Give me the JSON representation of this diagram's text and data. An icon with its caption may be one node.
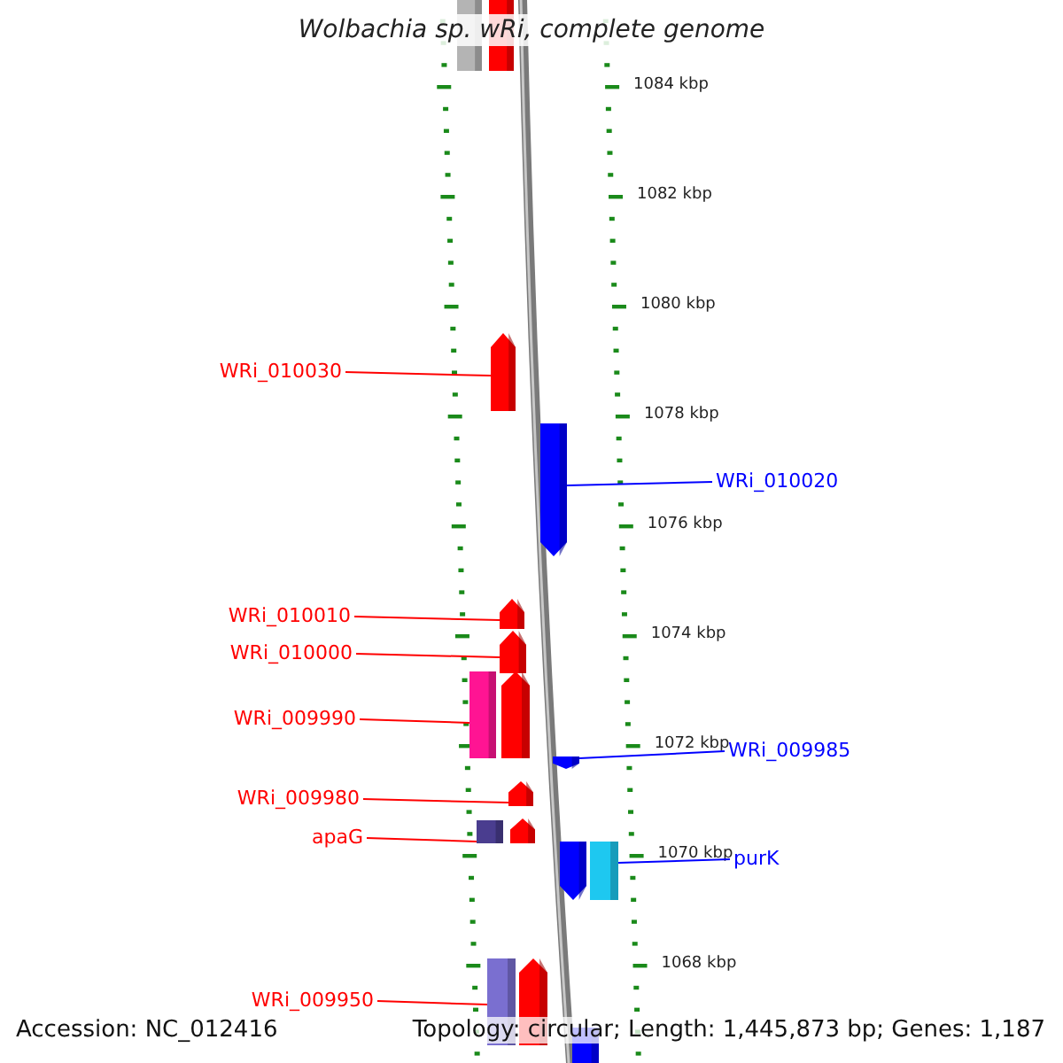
{
  "diagram": {
    "title": "Wolbachia sp. wRi, complete genome",
    "nodes": [
      {
        "text": [
          "WRi_010030"
        ]
      },
      {
        "text": [
          "WRi_010020"
        ]
      },
      {
        "text": [
          "WRi_010010"
        ]
      },
      {
        "text": [
          "WRi_010000"
        ]
      },
      {
        "text": [
          "WRi_009990"
        ]
      },
      {
        "text": [
          "WRi_009985"
        ]
      },
      {
        "text": [
          "WRi_009980"
        ]
      },
      {
        "text": [
          "apaG"
        ]
      },
      {
        "text": [
          "purK"
        ]
      },
      {
        "text": [
          "WRi_009950"
        ]
      },
      {
        "text": [],
        "shape": "bar"
      },
      {
        "text": [],
        "shape": "bar"
      },
      {
        "text": [],
        "shape": "arrow"
      },
      {
        "text": [],
        "shape": "arrow"
      },
      {
        "text": [],
        "shape": "arrow"
      },
      {
        "text": [],
        "shape": "arrow"
      },
      {
        "text": [],
        "shape": "bar"
      },
      {
        "text": [],
        "shape": "arrow"
      },
      {
        "text": [],
        "shape": "arrow"
      },
      {
        "text": [],
        "shape": "arrow"
      },
      {
        "text": [],
        "shape": "bar"
      },
      {
        "text": [],
        "shape": "arrow"
      },
      {
        "text": [],
        "shape": "arrow"
      },
      {
        "text": [],
        "shape": "bar"
      },
      {
        "text": [],
        "shape": "bar"
      },
      {
        "text": [],
        "shape": "arrow"
      },
      {
        "text": [],
        "shape": "bar"
      }
    ],
    "edges": [
      {
        "from": 0,
        "to": 12,
        "arrow": "none"
      },
      {
        "from": 1,
        "to": 13,
        "arrow": "none",
        "color": "#0000ff"
      },
      {
        "from": 2,
        "to": 14,
        "arrow": "none"
      },
      {
        "from": 3,
        "to": 15,
        "arrow": "none"
      },
      {
        "from": 4,
        "to": 16,
        "arrow": "none"
      },
      {
        "from": 5,
        "to": 18,
        "arrow": "none",
        "color": "#0000ff"
      },
      {
        "from": 6,
        "to": 19,
        "arrow": "none"
      },
      {
        "from": 7,
        "to": 20,
        "arrow": "none"
      },
      {
        "from": 8,
        "to": 23,
        "arrow": "none",
        "color": "#0000ff"
      },
      {
        "from": 9,
        "to": 24,
        "arrow": "none"
      }
    ],
    "labels": [
      "1084 kbp",
      "1082 kbp",
      "1080 kbp",
      "1078 kbp",
      "1076 kbp",
      "1074 kbp",
      "1072 kbp",
      "1070 kbp",
      "1068 kbp",
      "Accession: NC_012416",
      "Topology: circular; Length: 1,445,873 bp; Genes: 1,187"
    ]
  }
}
